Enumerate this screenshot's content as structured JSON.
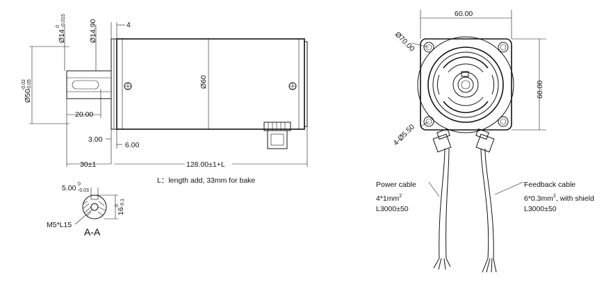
{
  "side_view": {
    "dim_flange_dia": "Ø50",
    "dim_flange_dia_tol_upper": "-0.02",
    "dim_flange_dia_tol_lower": "-0.05",
    "dim_shaft_dia": "Ø14",
    "dim_shaft_dia_tol_upper": "0",
    "dim_shaft_dia_tol_lower": "-0.015",
    "dim_pilot_dia": "Ø14.90",
    "dim_flange_thickness": "4",
    "dim_key_length": "20.00",
    "dim_shoulder": "3.00",
    "dim_step": "6.00",
    "dim_shaft_length": "30±1",
    "dim_body_length": "128.00±1+L",
    "dim_body_dia": "Ø60"
  },
  "note": "L：length add, 33mm for bake",
  "section_view": {
    "dim_key_width": "5.00",
    "dim_key_width_tol_upper": "0",
    "dim_key_width_tol_lower": "-0.03",
    "dim_key_depth": "16",
    "dim_key_depth_tol_upper": "0",
    "dim_key_depth_tol_lower": "-0.1",
    "thread_label": "M5*L15",
    "section_label": "A-A"
  },
  "front_view": {
    "dim_width": "60.00",
    "dim_height": "60.00",
    "dim_bolt_circle": "Ø70.00",
    "dim_holes": "4-Ø5.50"
  },
  "power_cable": {
    "title": "Power cable",
    "spec": "4*1mm",
    "spec_sup": "2",
    "length": "L3000±50"
  },
  "feedback_cable": {
    "title": "Feedback cable",
    "spec": "6*0.3mm",
    "spec_sup": "2",
    "spec_suffix": ", with shield",
    "length": "L3000±50"
  }
}
